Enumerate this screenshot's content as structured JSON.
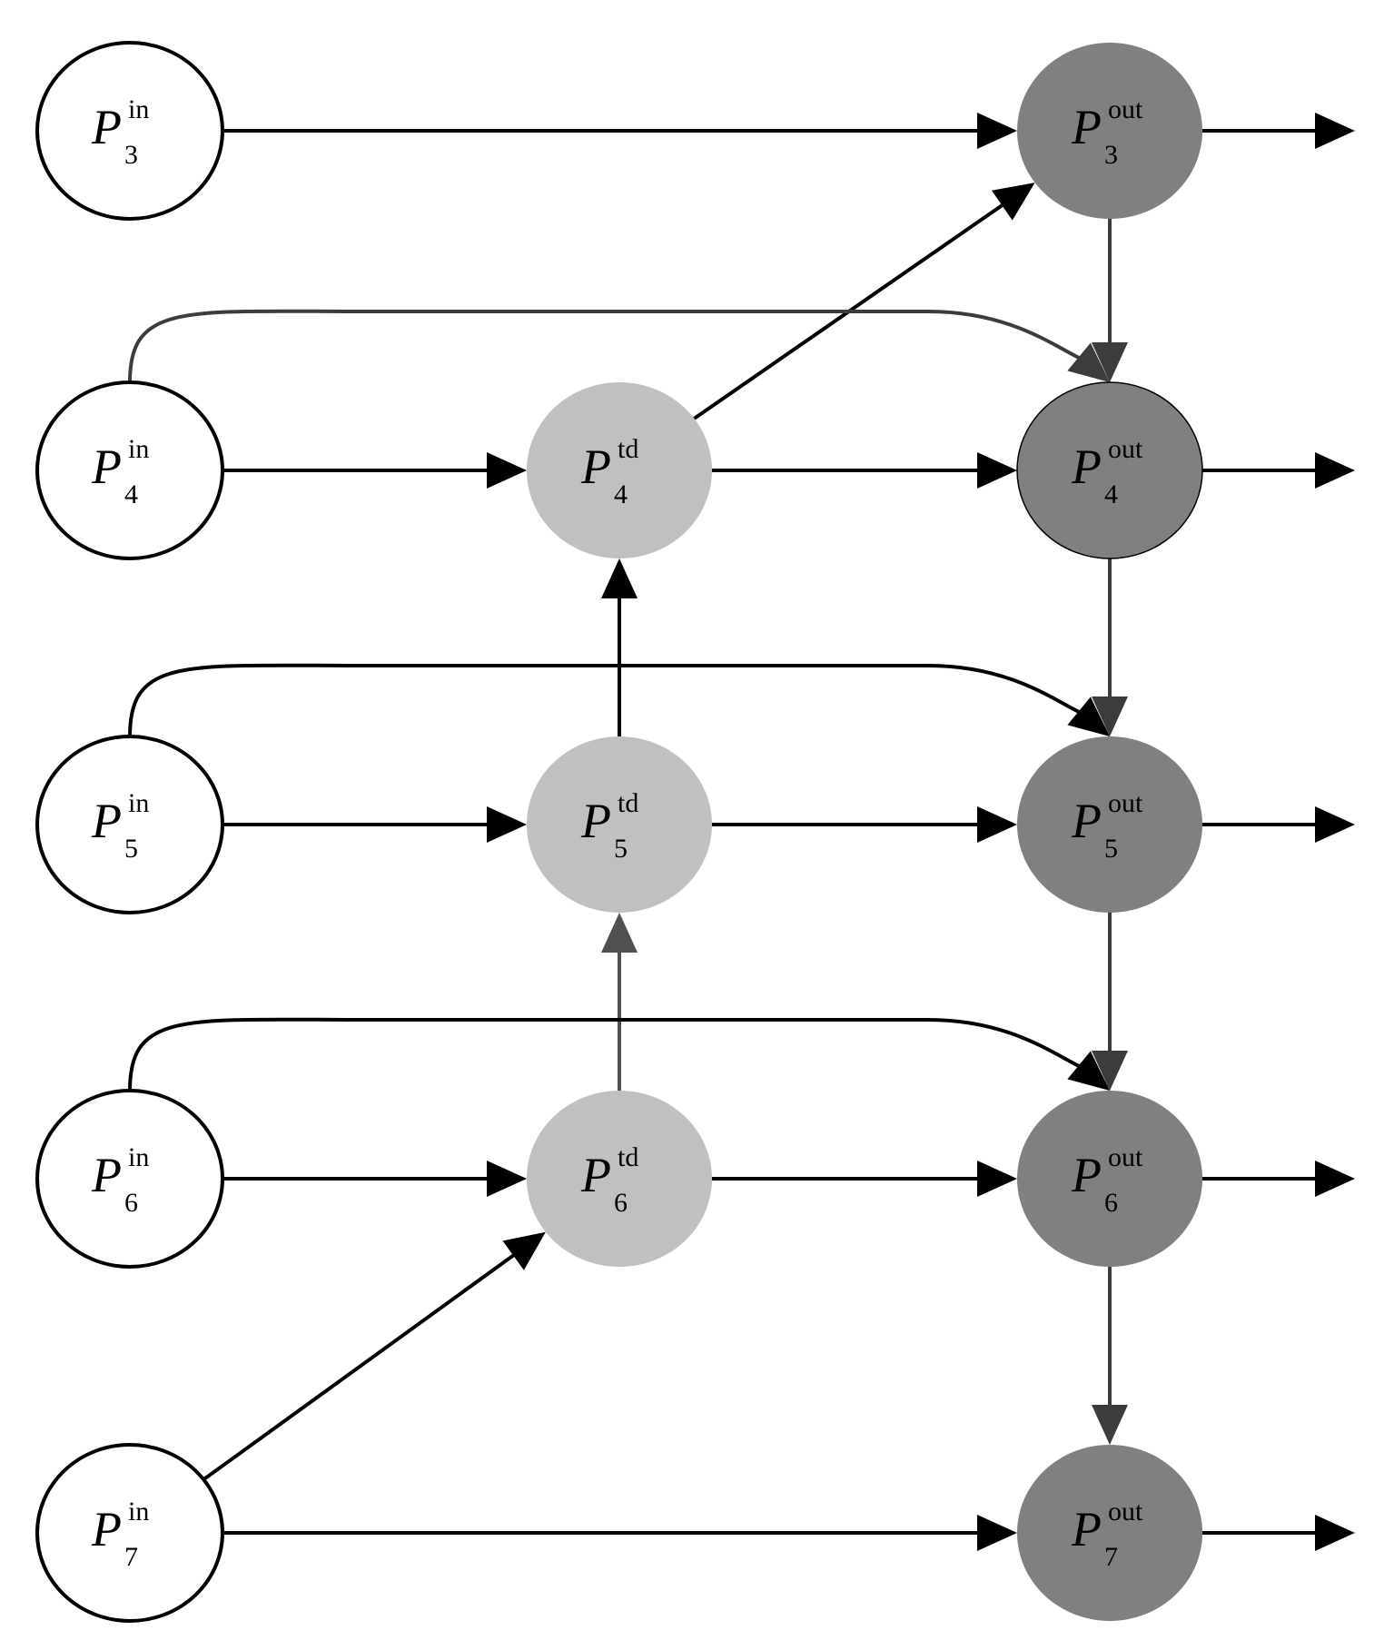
{
  "colors": {
    "input_fill": "#ffffff",
    "td_fill": "#c0c0c0",
    "out_fill": "#808080",
    "stroke": "#000000",
    "edge": "#000000",
    "edge_gray": "#3c3c3c"
  },
  "nodes": [
    {
      "id": "p3-in",
      "base": "P",
      "sup": "in",
      "sub": "3",
      "kind": "input"
    },
    {
      "id": "p4-in",
      "base": "P",
      "sup": "in",
      "sub": "4",
      "kind": "input"
    },
    {
      "id": "p5-in",
      "base": "P",
      "sup": "in",
      "sub": "5",
      "kind": "input"
    },
    {
      "id": "p6-in",
      "base": "P",
      "sup": "in",
      "sub": "6",
      "kind": "input"
    },
    {
      "id": "p7-in",
      "base": "P",
      "sup": "in",
      "sub": "7",
      "kind": "input"
    },
    {
      "id": "p4-td",
      "base": "P",
      "sup": "td",
      "sub": "4",
      "kind": "td"
    },
    {
      "id": "p5-td",
      "base": "P",
      "sup": "td",
      "sub": "5",
      "kind": "td"
    },
    {
      "id": "p6-td",
      "base": "P",
      "sup": "td",
      "sub": "6",
      "kind": "td"
    },
    {
      "id": "p3-out",
      "base": "P",
      "sup": "out",
      "sub": "3",
      "kind": "output"
    },
    {
      "id": "p4-out",
      "base": "P",
      "sup": "out",
      "sub": "4",
      "kind": "output"
    },
    {
      "id": "p5-out",
      "base": "P",
      "sup": "out",
      "sub": "5",
      "kind": "output"
    },
    {
      "id": "p6-out",
      "base": "P",
      "sup": "out",
      "sub": "6",
      "kind": "output"
    },
    {
      "id": "p7-out",
      "base": "P",
      "sup": "out",
      "sub": "7",
      "kind": "output"
    }
  ],
  "edges": [
    {
      "from": "p3-in",
      "to": "p3-out"
    },
    {
      "from": "p4-in",
      "to": "p4-td"
    },
    {
      "from": "p4-td",
      "to": "p4-out"
    },
    {
      "from": "p4-td",
      "to": "p3-out"
    },
    {
      "from": "p4-in",
      "to": "p4-out",
      "style": "skip"
    },
    {
      "from": "p5-in",
      "to": "p5-td"
    },
    {
      "from": "p5-td",
      "to": "p5-out"
    },
    {
      "from": "p5-td",
      "to": "p4-td"
    },
    {
      "from": "p5-in",
      "to": "p5-out",
      "style": "skip"
    },
    {
      "from": "p6-in",
      "to": "p6-td"
    },
    {
      "from": "p6-td",
      "to": "p6-out"
    },
    {
      "from": "p6-td",
      "to": "p5-td"
    },
    {
      "from": "p6-in",
      "to": "p6-out",
      "style": "skip"
    },
    {
      "from": "p7-in",
      "to": "p6-td"
    },
    {
      "from": "p7-in",
      "to": "p7-out"
    },
    {
      "from": "p3-out",
      "to": "p4-out"
    },
    {
      "from": "p4-out",
      "to": "p5-out"
    },
    {
      "from": "p5-out",
      "to": "p6-out"
    },
    {
      "from": "p6-out",
      "to": "p7-out"
    },
    {
      "from": "p3-out",
      "to": "output"
    },
    {
      "from": "p4-out",
      "to": "output"
    },
    {
      "from": "p5-out",
      "to": "output"
    },
    {
      "from": "p6-out",
      "to": "output"
    },
    {
      "from": "p7-out",
      "to": "output"
    }
  ]
}
